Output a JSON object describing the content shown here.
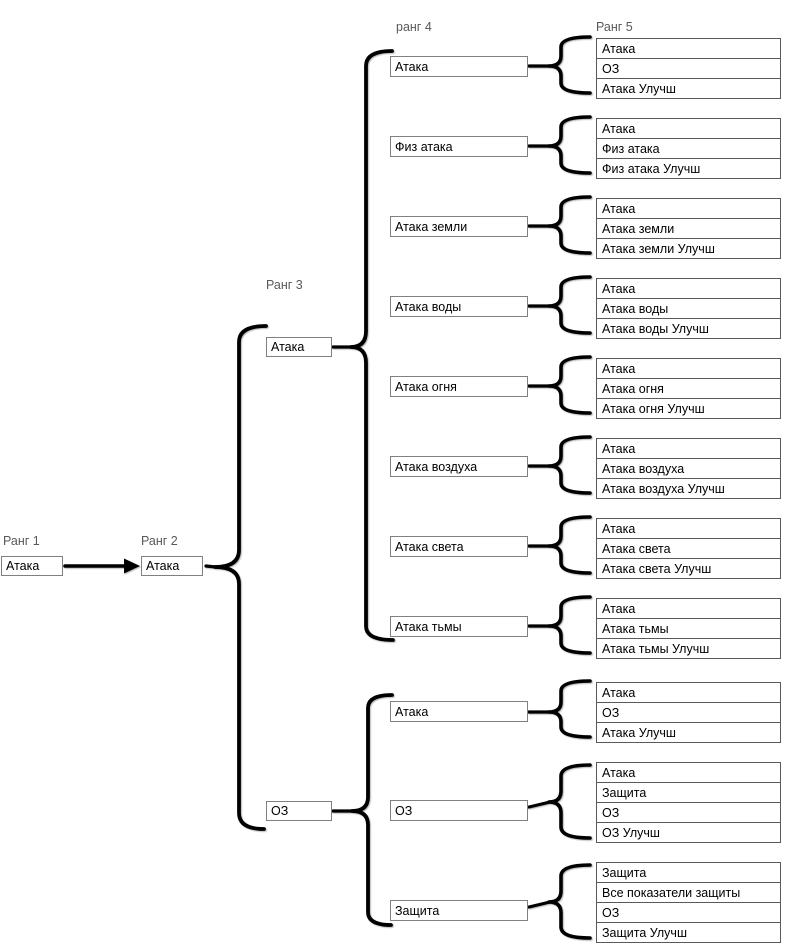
{
  "ranks": {
    "r1": {
      "label": "Ранг 1",
      "node": "Атака"
    },
    "r2": {
      "label": "Ранг 2",
      "node": "Атака"
    },
    "r3": {
      "label": "Ранг 3",
      "nodes": [
        "Атака",
        "ОЗ"
      ]
    },
    "r4": {
      "label": "ранг 4",
      "nodes": [
        "Атака",
        "Физ атака",
        "Атака земли",
        "Атака воды",
        "Атака огня",
        "Атака воздуха",
        "Атака света",
        "Атака тьмы",
        "Атака",
        "ОЗ",
        "Защита"
      ]
    },
    "r5": {
      "label": "Ранг 5",
      "groups": [
        [
          "Атака",
          "ОЗ",
          "Атака Улучш"
        ],
        [
          "Атака",
          "Физ атака",
          "Физ атака Улучш"
        ],
        [
          "Атака",
          "Атака земли",
          "Атака земли Улучш"
        ],
        [
          "Атака",
          "Атака воды",
          "Атака воды Улучш"
        ],
        [
          "Атака",
          "Атака огня",
          "Атака огня Улучш"
        ],
        [
          "Атака",
          "Атака воздуха",
          "Атака воздуха Улучш"
        ],
        [
          "Атака",
          "Атака света",
          "Атака света Улучш"
        ],
        [
          "Атака",
          "Атака тьмы",
          "Атака тьмы Улучш"
        ],
        [
          "Атака",
          "ОЗ",
          "Атака Улучш"
        ],
        [
          "Атака",
          "Защита",
          "ОЗ",
          "ОЗ Улучш"
        ],
        [
          "Защита",
          "Все показатели защиты",
          "ОЗ",
          "Защита Улучш"
        ]
      ]
    }
  },
  "structure": {
    "r1_to_r2_connector": "arrow",
    "r2_to_r3_connector": "brace",
    "r3_attack_children_r4_indices": [
      0,
      1,
      2,
      3,
      4,
      5,
      6,
      7
    ],
    "r3_oz_children_r4_indices": [
      8,
      9,
      10
    ],
    "r4_to_r5": "each rank-4 node braces to the rank-5 group of same index"
  },
  "colors": {
    "background": "#ffffff",
    "connector": "#000000",
    "box_border": "#808080",
    "group_box_border": "#595959",
    "label_text": "#595959",
    "box_text": "#000000"
  }
}
